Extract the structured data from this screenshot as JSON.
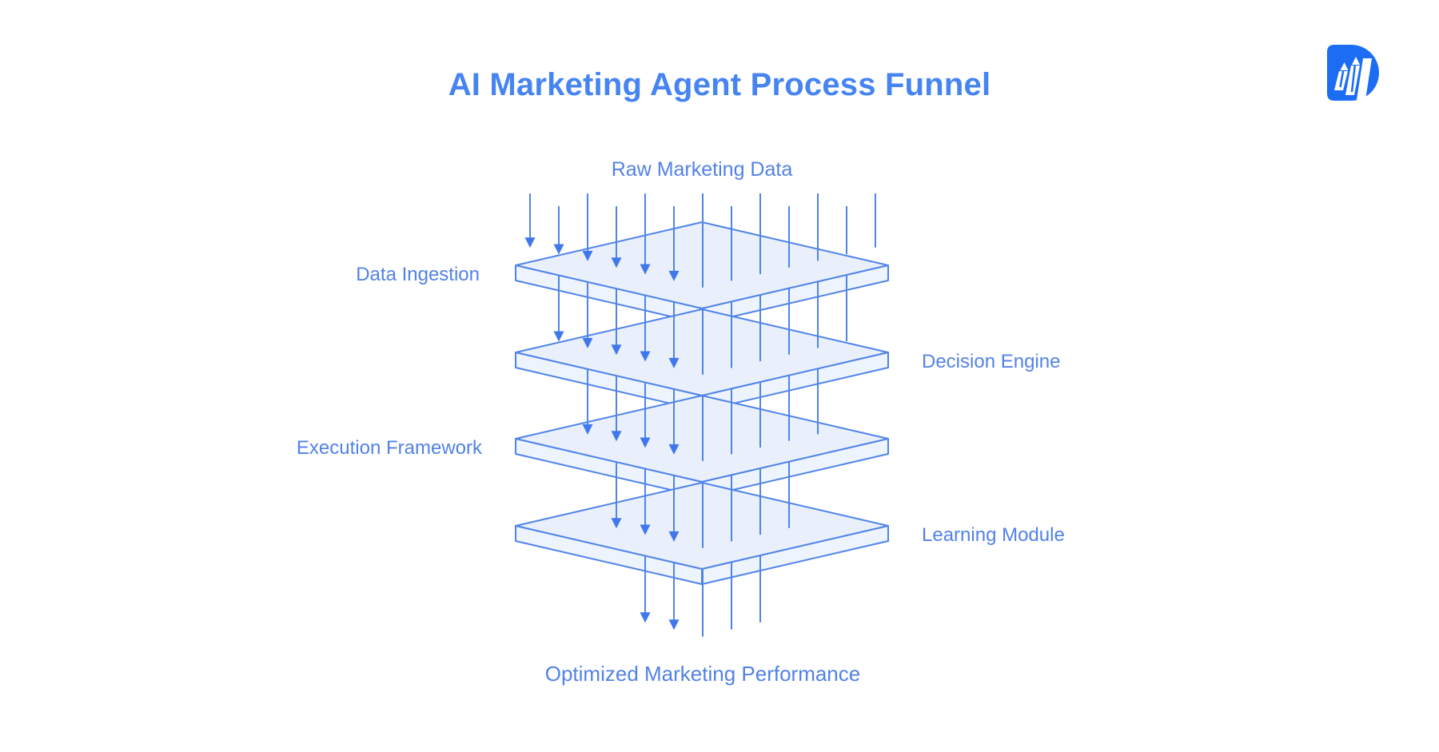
{
  "title": "AI Marketing Agent Process Funnel",
  "funnel": {
    "input_label": "Raw Marketing Data",
    "output_label": "Optimized Marketing Performance",
    "layers": [
      {
        "label": "Data Ingestion",
        "side": "left"
      },
      {
        "label": "Decision Engine",
        "side": "right"
      },
      {
        "label": "Execution Framework",
        "side": "left"
      },
      {
        "label": "Learning Module",
        "side": "right"
      }
    ]
  },
  "branding": {
    "logo_icon": "bar-chart-d-logo"
  },
  "colors": {
    "title": "#4684f2",
    "label": "#5282e6",
    "stroke": "#5084e8",
    "arrowhead": "#4078ec",
    "plate_top": "#e9f0fc",
    "plate_front": "#eef4fd",
    "logo_blue": "#1c6df3",
    "background": "#ffffff"
  }
}
